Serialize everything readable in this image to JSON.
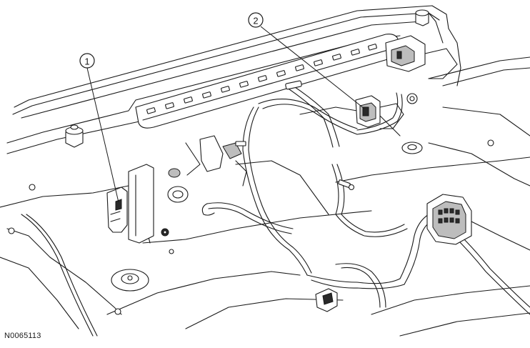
{
  "figure": {
    "id": "N0065113"
  },
  "callouts": [
    {
      "number": "1"
    },
    {
      "number": "2"
    }
  ]
}
